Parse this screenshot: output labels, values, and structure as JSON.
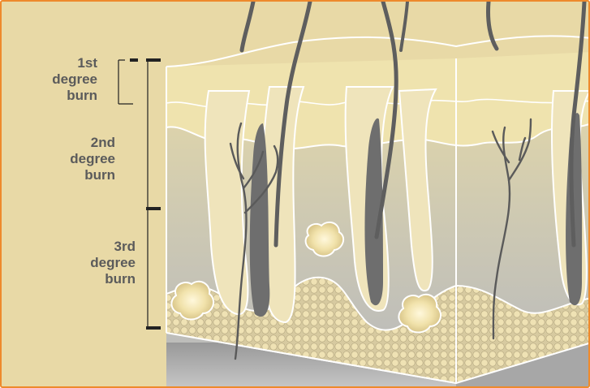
{
  "labels": {
    "first": {
      "line1": "1st",
      "line2": "degree",
      "line3": "burn"
    },
    "second": {
      "line1": "2nd",
      "line2": "degree",
      "line3": "burn"
    },
    "third": {
      "line1": "3rd",
      "line2": "degree",
      "line3": "burn"
    }
  },
  "colors": {
    "frame_border": "#ee8a2c",
    "background": "#e8d9a6",
    "epidermis": "#efe3ae",
    "dermis_top": "#e6d9a4",
    "dermis_bottom": "#c0c0bc",
    "fat_circles": "#e7d6a2",
    "hair": "#5e5e5e",
    "base_slab": "#9a9a9a",
    "bracket": "#222222",
    "label_text": "#5b5b5b"
  }
}
